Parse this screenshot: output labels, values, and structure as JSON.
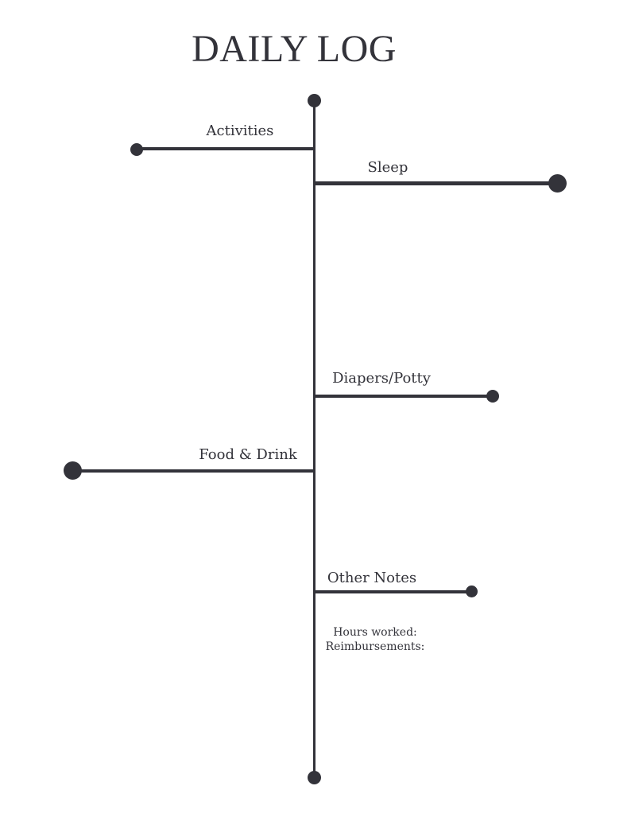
{
  "page": {
    "title": "DAILY LOG",
    "background_color": "#ffffff",
    "ink_color": "#33333a"
  },
  "timeline": {
    "branches": [
      {
        "label": "Activities",
        "side": "left"
      },
      {
        "label": "Sleep",
        "side": "right"
      },
      {
        "label": "Diapers/Potty",
        "side": "right"
      },
      {
        "label": "Food & Drink",
        "side": "left"
      },
      {
        "label": "Other Notes",
        "side": "right"
      }
    ]
  },
  "notes": {
    "lines": [
      "Hours worked:",
      "Reimbursements:"
    ]
  }
}
